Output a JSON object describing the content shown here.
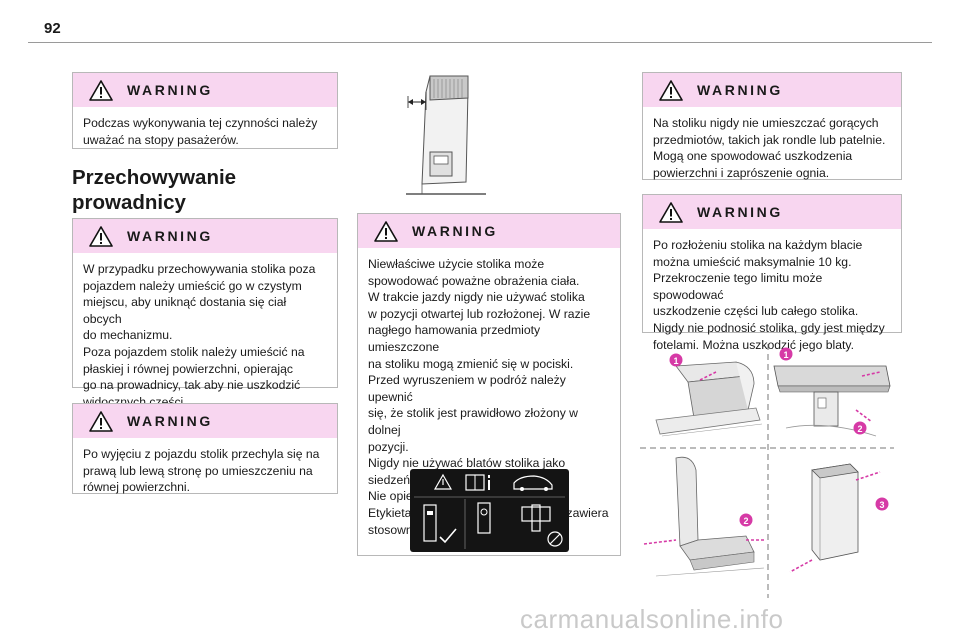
{
  "page": {
    "number": "92"
  },
  "colors": {
    "warning_header": "#f8d6f0",
    "callout": "#d63aa6",
    "border": "#b8b8b8"
  },
  "warnings": [
    {
      "title": "WARNING",
      "lines": [
        "Podczas wykonywania tej czynności należy",
        "uważać na stopy pasażerów."
      ]
    },
    {
      "title": "WARNING",
      "lines": [
        "W przypadku przechowywania stolika poza",
        "pojazdem należy umieścić go w czystym",
        "miejscu, aby uniknąć dostania się ciał obcych",
        "do mechanizmu.",
        "Poza pojazdem stolik należy umieścić na",
        "płaskiej i równej powierzchni, opierając",
        "go na prowadnicy, tak aby nie uszkodzić",
        "widocznych części."
      ]
    },
    {
      "title": "WARNING",
      "lines": [
        "Po wyjęciu z pojazdu stolik przechyla się na",
        "prawą lub lewą stronę po umieszczeniu na",
        "równej powierzchni."
      ]
    },
    {
      "title": "WARNING",
      "lines": [
        "Niewłaściwe użycie stolika może",
        "spowodować poważne obrażenia ciała.",
        "W trakcie jazdy nigdy nie używać stolika",
        "w pozycji otwartej lub rozłożonej. W razie",
        "nagłego hamowania przedmioty umieszczone",
        "na stoliku mogą zmienić się w pociski.",
        "Przed wyruszeniem w podróż należy upewnić",
        "się, że stolik jest prawidłowo złożony w dolnej",
        "pozycji.",
        "Nigdy nie używać blatów stolika jako siedzeń.",
        "Nie opierać się o nie.",
        "Etykieta umieszczona z boku stolika zawiera",
        "stosowne ostrzeżenia."
      ]
    },
    {
      "title": "WARNING",
      "lines": [
        "Na stoliku nigdy nie umieszczać gorących",
        "przedmiotów, takich jak rondle lub patelnie.",
        "Mogą one spowodować uszkodzenia",
        "powierzchni i zaprószenie ognia."
      ]
    },
    {
      "title": "WARNING",
      "lines": [
        "Po rozłożeniu stolika na każdym blacie",
        "można umieścić maksymalnie 10 kg.",
        "Przekroczenie tego limitu może spowodować",
        "uszkodzenie części lub całego stolika.",
        "Nigdy nie podnosić stolika, gdy jest między",
        "fotelami. Można uszkodzić jego blaty."
      ]
    }
  ],
  "section": {
    "title_line1": "Przechowywanie",
    "title_line2": "prowadnicy"
  },
  "callouts": [
    "1",
    "1",
    "2",
    "2",
    "3"
  ],
  "footer": {
    "watermark": "carmanualsonline.info"
  }
}
